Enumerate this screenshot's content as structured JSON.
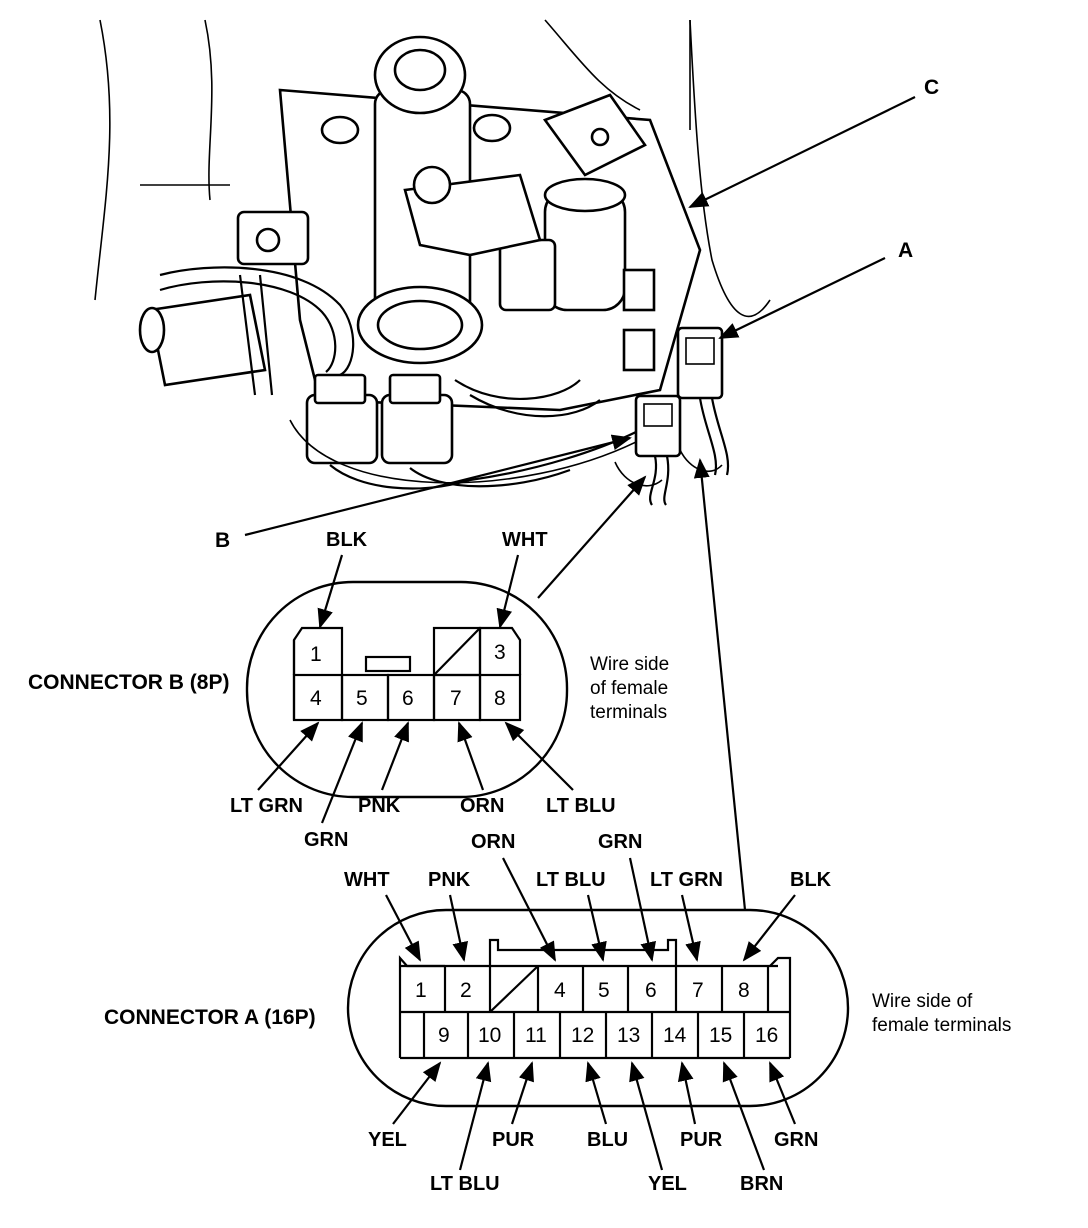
{
  "callouts": {
    "a": "A",
    "b": "B",
    "c": "C"
  },
  "connector_b": {
    "title": "CONNECTOR B (8P)",
    "note_line1": "Wire side",
    "note_line2": "of female",
    "note_line3": "terminals",
    "pins": [
      "1",
      "3",
      "4",
      "5",
      "6",
      "7",
      "8"
    ],
    "wires_top": [
      "BLK",
      "WHT"
    ],
    "wires_bottom": [
      "LT GRN",
      "GRN",
      "PNK",
      "ORN",
      "LT BLU"
    ]
  },
  "connector_a": {
    "title": "CONNECTOR A (16P)",
    "note_line1": "Wire side of",
    "note_line2": "female terminals",
    "pins_top": [
      "1",
      "2",
      "4",
      "5",
      "6",
      "7",
      "8"
    ],
    "pins_bottom": [
      "9",
      "10",
      "11",
      "12",
      "13",
      "14",
      "15",
      "16"
    ],
    "wires_top": [
      "WHT",
      "PNK",
      "ORN",
      "LT BLU",
      "GRN",
      "LT GRN",
      "BLK"
    ],
    "wires_bottom": [
      "YEL",
      "LT BLU",
      "PUR",
      "BLU",
      "YEL",
      "PUR",
      "BRN",
      "GRN"
    ]
  }
}
